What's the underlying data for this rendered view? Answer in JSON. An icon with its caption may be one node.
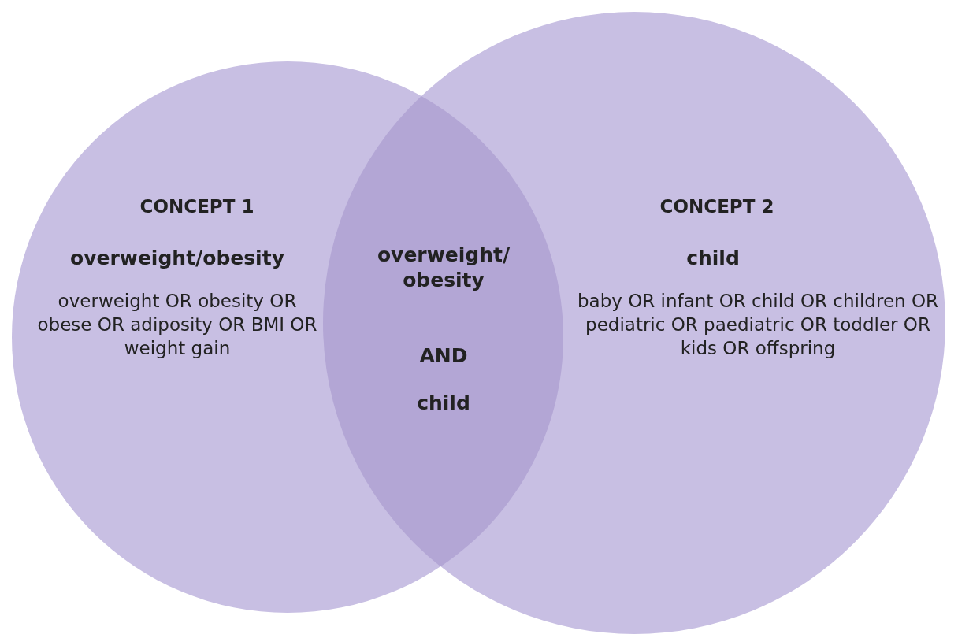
{
  "diagram": {
    "nodes": [
      {
        "text": [
          "CONCEPT 1",
          "overweight/obesity",
          "overweight OR obesity OR obese OR adiposity OR BMI OR weight gain"
        ]
      },
      {
        "text": [
          "CONCEPT 2",
          "child",
          "baby OR infant OR child OR children OR pediatric OR paediatric OR toddler OR kids OR offspring"
        ]
      },
      {
        "text": [
          "overweight/ obesity",
          "AND",
          "child"
        ]
      }
    ],
    "edges": []
  }
}
